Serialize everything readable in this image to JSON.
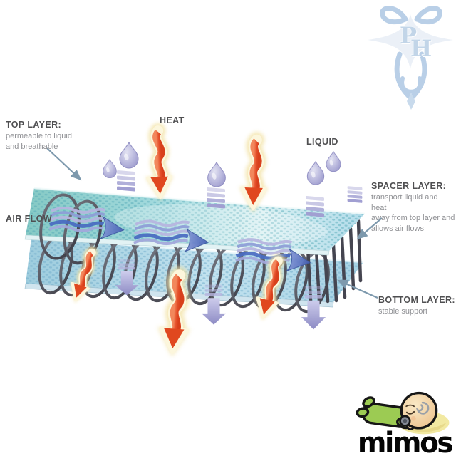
{
  "diagram": {
    "labels": {
      "top_layer": {
        "title": "TOP LAYER:",
        "desc": "permeable to liquid\nand breathable"
      },
      "heat": "HEAT",
      "liquid": "LIQUID",
      "air_flow": "AIR FLOW",
      "spacer_layer": {
        "title": "SPACER LAYER:",
        "desc": "transport liquid and heat\naway from top layer and\nallows air flows"
      },
      "bottom_layer": {
        "title": "BOTTOM LAYER:",
        "desc": "stable support"
      }
    },
    "colors": {
      "heat_arrow": "#e5502a",
      "heat_glow": "#f6e8b8",
      "droplet": "#a9a7d4",
      "down_arrow": "#9f9dd0",
      "top_layer_teal": "#9fd8dc",
      "bottom_layer_blue": "#b9dcec",
      "spring_gray": "#4b4b54",
      "air_flow_blue": "#4a6cc2",
      "pointer_gray_blue": "#7d99ad",
      "label_title": "#4f4f51",
      "label_desc": "#8f9094"
    }
  },
  "watermark": {
    "letter_p": "P",
    "letter_h": "H",
    "color": "#b6cde6"
  },
  "brand": {
    "name": "mimos",
    "baby_green": "#9ccb53",
    "pillow_yellow": "#f2e9a2",
    "skin": "#f4d7a5"
  }
}
